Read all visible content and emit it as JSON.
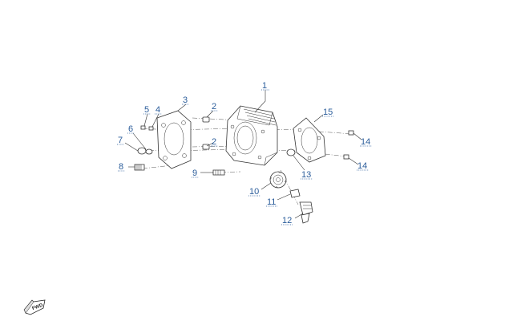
{
  "diagram": {
    "callouts": [
      {
        "id": "1",
        "label": "1"
      },
      {
        "id": "2a",
        "label": "2"
      },
      {
        "id": "2b",
        "label": "2"
      },
      {
        "id": "3",
        "label": "3"
      },
      {
        "id": "4",
        "label": "4"
      },
      {
        "id": "5",
        "label": "5"
      },
      {
        "id": "6",
        "label": "6"
      },
      {
        "id": "7",
        "label": "7"
      },
      {
        "id": "8",
        "label": "8"
      },
      {
        "id": "9",
        "label": "9"
      },
      {
        "id": "10",
        "label": "10"
      },
      {
        "id": "11",
        "label": "11"
      },
      {
        "id": "12",
        "label": "12"
      },
      {
        "id": "13",
        "label": "13"
      },
      {
        "id": "14a",
        "label": "14"
      },
      {
        "id": "14b",
        "label": "14"
      },
      {
        "id": "15",
        "label": "15"
      }
    ],
    "direction_badge": "FWD",
    "colors": {
      "callout": "#2b5d9b",
      "line": "#333333"
    }
  }
}
